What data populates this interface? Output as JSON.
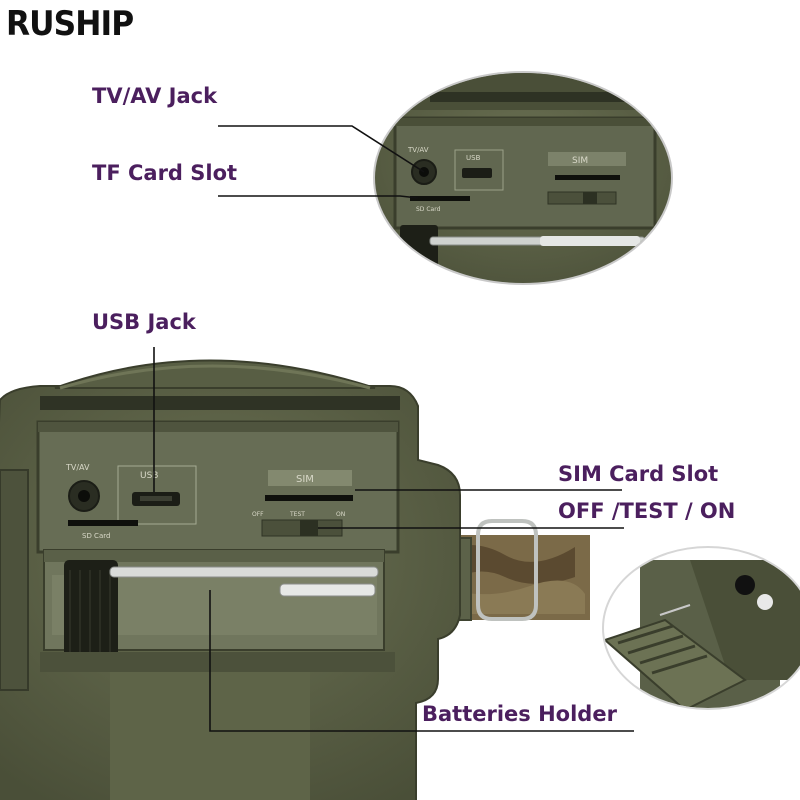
{
  "brand": {
    "name": "RUSHIP"
  },
  "callouts": {
    "tv_av_jack": "TV/AV Jack",
    "tf_card_slot": "TF Card Slot",
    "usb_jack": "USB Jack",
    "sim_card_slot": "SIM Card Slot",
    "power_switch": "OFF /TEST / ON",
    "batteries_holder": "Batteries Holder"
  },
  "device_markings": {
    "tv_av": "TV/AV",
    "usb": "USB",
    "sim": "SIM",
    "sd_card": "SD Card",
    "off": "OFF",
    "test": "TEST",
    "on": "ON"
  },
  "colors": {
    "label_text": "#4b1f5e",
    "body_green": "#5e6448",
    "dark_green": "#3e4330",
    "leader_line": "#111111"
  }
}
